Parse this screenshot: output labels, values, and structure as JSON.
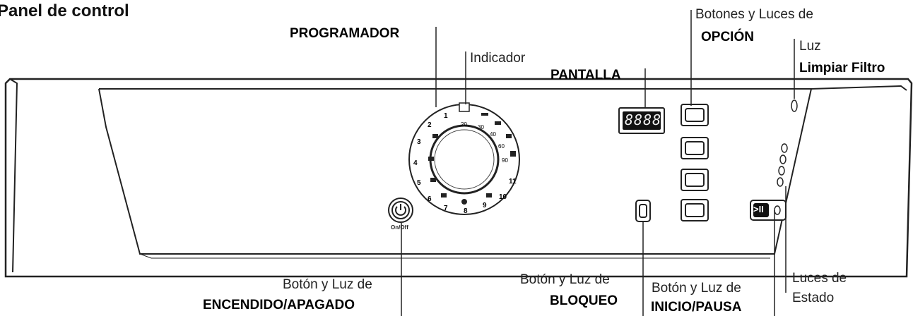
{
  "title": "Panel de control",
  "labels": {
    "programador": "PROGRAMADOR",
    "indicador": "Indicador",
    "pantalla": "PANTALLA",
    "opcion_line1": "Botones y Luces de",
    "opcion_line2": "OPCIÓN",
    "filtro_line1": "Luz",
    "filtro_line2": "Limpiar Filtro",
    "encendido_line1": "Botón y Luz de",
    "encendido_line2": "ENCENDIDO/APAGADO",
    "bloqueo_line1": "Botón y Luz de",
    "bloqueo_line2": "BLOQUEO",
    "inicio_line1": "Botón y Luz de",
    "inicio_line2": "INICIO/PAUSA",
    "estado_line1": "Luces de",
    "estado_line2": "Estado"
  },
  "panel": {
    "display_value": "8888",
    "on_off_caption": "On/Off",
    "start_pause_symbol": ">II",
    "dial_numbers": [
      "1",
      "2",
      "3",
      "4",
      "5",
      "6",
      "7",
      "8",
      "9",
      "10",
      "11"
    ],
    "dial_temps": [
      "20",
      "30",
      "40",
      "60",
      "90"
    ]
  }
}
